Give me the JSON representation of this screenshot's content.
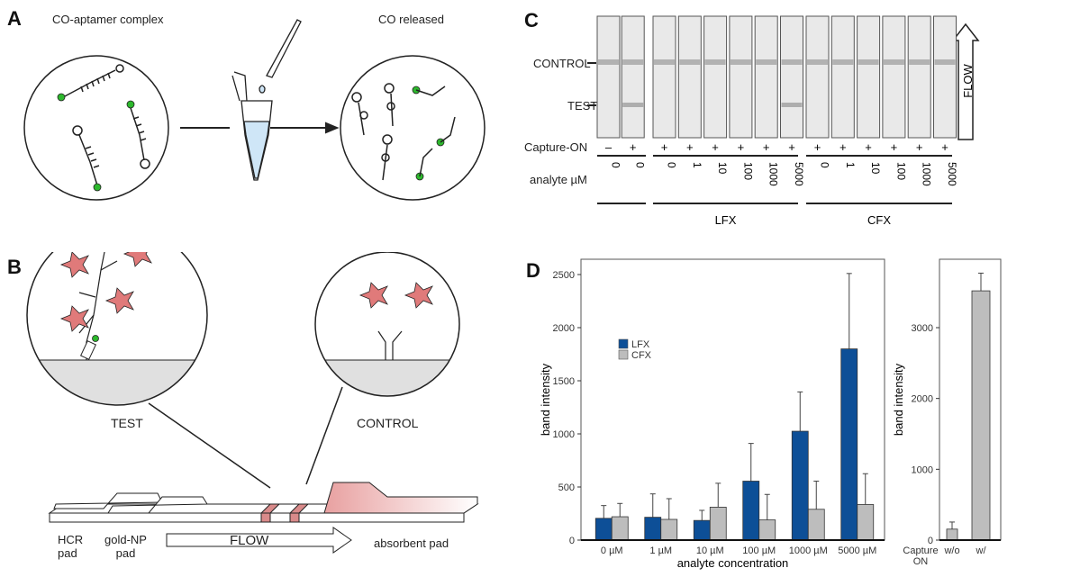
{
  "panel_a": {
    "label": "A",
    "left_title": "CO-aptamer complex",
    "right_title": "CO released"
  },
  "panel_b": {
    "label": "B",
    "test_label": "TEST",
    "control_label": "CONTROL",
    "hcr_pad": "HCR\npad",
    "gold_pad": "gold-NP\npad",
    "flow": "FLOW",
    "absorbent_pad": "absorbent pad",
    "colors": {
      "band": "#d98a8a",
      "target": "#e07a7a",
      "dye": "#2db82d"
    }
  },
  "panel_c": {
    "label": "C",
    "control_line": "CONTROL",
    "test_line": "TEST",
    "capture_label": "Capture-ON",
    "analyte_label": "analyte µM",
    "flow": "FLOW",
    "lanes": [
      {
        "capture": "–",
        "analyte": "0",
        "group": 0,
        "test_band": false
      },
      {
        "capture": "+",
        "analyte": "0",
        "group": 0,
        "test_band": true
      },
      {
        "capture": "+",
        "analyte": "0",
        "group": 1,
        "test_band": false
      },
      {
        "capture": "+",
        "analyte": "1",
        "group": 1,
        "test_band": false
      },
      {
        "capture": "+",
        "analyte": "10",
        "group": 1,
        "test_band": false
      },
      {
        "capture": "+",
        "analyte": "100",
        "group": 1,
        "test_band": false
      },
      {
        "capture": "+",
        "analyte": "1000",
        "group": 1,
        "test_band": false
      },
      {
        "capture": "+",
        "analyte": "5000",
        "group": 1,
        "test_band": true
      },
      {
        "capture": "+",
        "analyte": "0",
        "group": 2,
        "test_band": false
      },
      {
        "capture": "+",
        "analyte": "1",
        "group": 2,
        "test_band": false
      },
      {
        "capture": "+",
        "analyte": "10",
        "group": 2,
        "test_band": false
      },
      {
        "capture": "+",
        "analyte": "100",
        "group": 2,
        "test_band": false
      },
      {
        "capture": "+",
        "analyte": "1000",
        "group": 2,
        "test_band": false
      },
      {
        "capture": "+",
        "analyte": "5000",
        "group": 2,
        "test_band": false
      }
    ],
    "groups": [
      "",
      "LFX",
      "CFX"
    ]
  },
  "panel_d": {
    "label": "D"
  },
  "chart_data": [
    {
      "type": "bar",
      "title": "",
      "xlabel": "analyte concentration",
      "ylabel": "band intensity",
      "categories": [
        "0 µM",
        "1 µM",
        "10 µM",
        "100 µM",
        "1000 µM",
        "5000 µM"
      ],
      "ylim": [
        0,
        2600
      ],
      "yticks": [
        0,
        500,
        1000,
        1500,
        2000,
        2500
      ],
      "legend_position": "upper-left",
      "grid": false,
      "series": [
        {
          "name": "LFX",
          "color": "#0d4f97",
          "values": [
            205,
            215,
            185,
            555,
            1025,
            1800
          ],
          "errors": [
            120,
            220,
            95,
            355,
            370,
            710
          ]
        },
        {
          "name": "CFX",
          "color": "#bdbdbd",
          "values": [
            220,
            195,
            310,
            190,
            290,
            335
          ],
          "errors": [
            125,
            195,
            225,
            240,
            265,
            290
          ]
        }
      ]
    },
    {
      "type": "bar",
      "title": "",
      "xlabel": "Capture\nON",
      "ylabel": "band intensity",
      "categories": [
        "w/o",
        "w/"
      ],
      "ylim": [
        0,
        3950
      ],
      "yticks": [
        0,
        1000,
        2000,
        3000
      ],
      "grid": false,
      "series": [
        {
          "name": "CFX",
          "color": "#bdbdbd",
          "values": [
            155,
            3520
          ],
          "errors": [
            100,
            250
          ]
        }
      ]
    }
  ]
}
